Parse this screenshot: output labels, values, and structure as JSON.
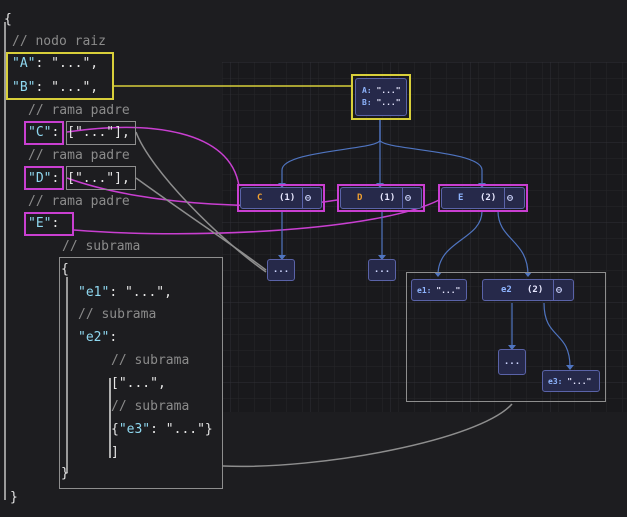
{
  "code": {
    "open_brace": "{",
    "comment_root": "// nodo raiz",
    "line_a": {
      "key": "\"A\"",
      "rest": ": \"...\","
    },
    "line_b": {
      "key": "\"B\"",
      "rest": ": \"...\","
    },
    "comment_parent_c": "// rama padre",
    "line_c": {
      "key": "\"C\"",
      "sep": ":",
      "value": "[\"...\"]",
      "tail": ","
    },
    "comment_parent_d": "// rama padre",
    "line_d": {
      "key": "\"D\"",
      "sep": ":",
      "value": "[\"...\"]",
      "tail": ","
    },
    "comment_parent_e": "// rama padre",
    "line_e": {
      "key": "\"E\"",
      "sep": ":"
    },
    "comment_subbranch": "// subrama",
    "inner_open": "{",
    "line_e1": {
      "key": "\"e1\"",
      "rest": ": \"...\","
    },
    "comment_e1_sub": "// subrama",
    "line_e2": {
      "key": "\"e2\"",
      "rest": ":"
    },
    "comment_e2_sub": "// subrama",
    "arr_open": "[\"...\",",
    "comment_e3_sub": "// subrama",
    "line_e3": {
      "pre": "{",
      "key": "\"e3\"",
      "rest": ": \"...\"}"
    },
    "arr_close": "]",
    "inner_close": "}",
    "close_brace": "}"
  },
  "graph": {
    "root": {
      "line1_key": "A:",
      "line1_val": "\"...\"",
      "line2_key": "B:",
      "line2_val": "\"...\""
    },
    "node_c": {
      "label": "C",
      "count": "(1)"
    },
    "node_d": {
      "label": "D",
      "count": "(1)"
    },
    "node_e": {
      "label": "E",
      "count": "(2)"
    },
    "leaf_c": "...",
    "leaf_d": "...",
    "node_e1": {
      "key": "e1:",
      "val": "\"...\""
    },
    "node_e2": {
      "label": "e2",
      "count": "(2)"
    },
    "leaf_e2": "...",
    "node_e3": {
      "key": "e3:",
      "val": "\"...\""
    },
    "link_icon": "link-icon"
  },
  "colors": {
    "yellow": "#d8cf3a",
    "magenta": "#c93fd1",
    "gray": "#8e8e8e",
    "node_bg": "#26294a",
    "edge": "#4f74c0"
  }
}
